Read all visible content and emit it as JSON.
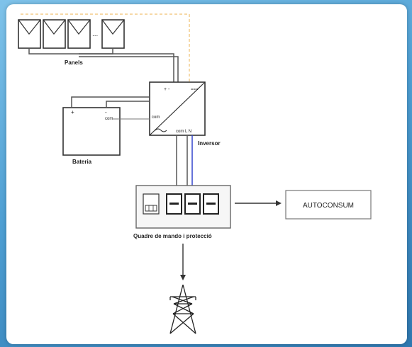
{
  "labels": {
    "panels": "Panels",
    "battery": "Bateria",
    "inverter": "Inversor",
    "switchboard": "Quadre de mando i protecció",
    "autoconsum": "AUTOCONSUM",
    "panel_gap": "...",
    "battery_terminal": "+",
    "battery_com": "com",
    "inverter_com_left": "com",
    "inverter_out": "com L N",
    "inverter_dc": "+ -"
  },
  "colors": {
    "line": "#555555",
    "neutral_line": "#3344cc",
    "dashed": "#f0c070",
    "background": "#4e9fd3"
  },
  "icons": [
    "solar-panel-icon",
    "battery-icon",
    "inverter-icon",
    "energy-meter-icon",
    "circuit-breaker-icon",
    "pylon-icon"
  ]
}
